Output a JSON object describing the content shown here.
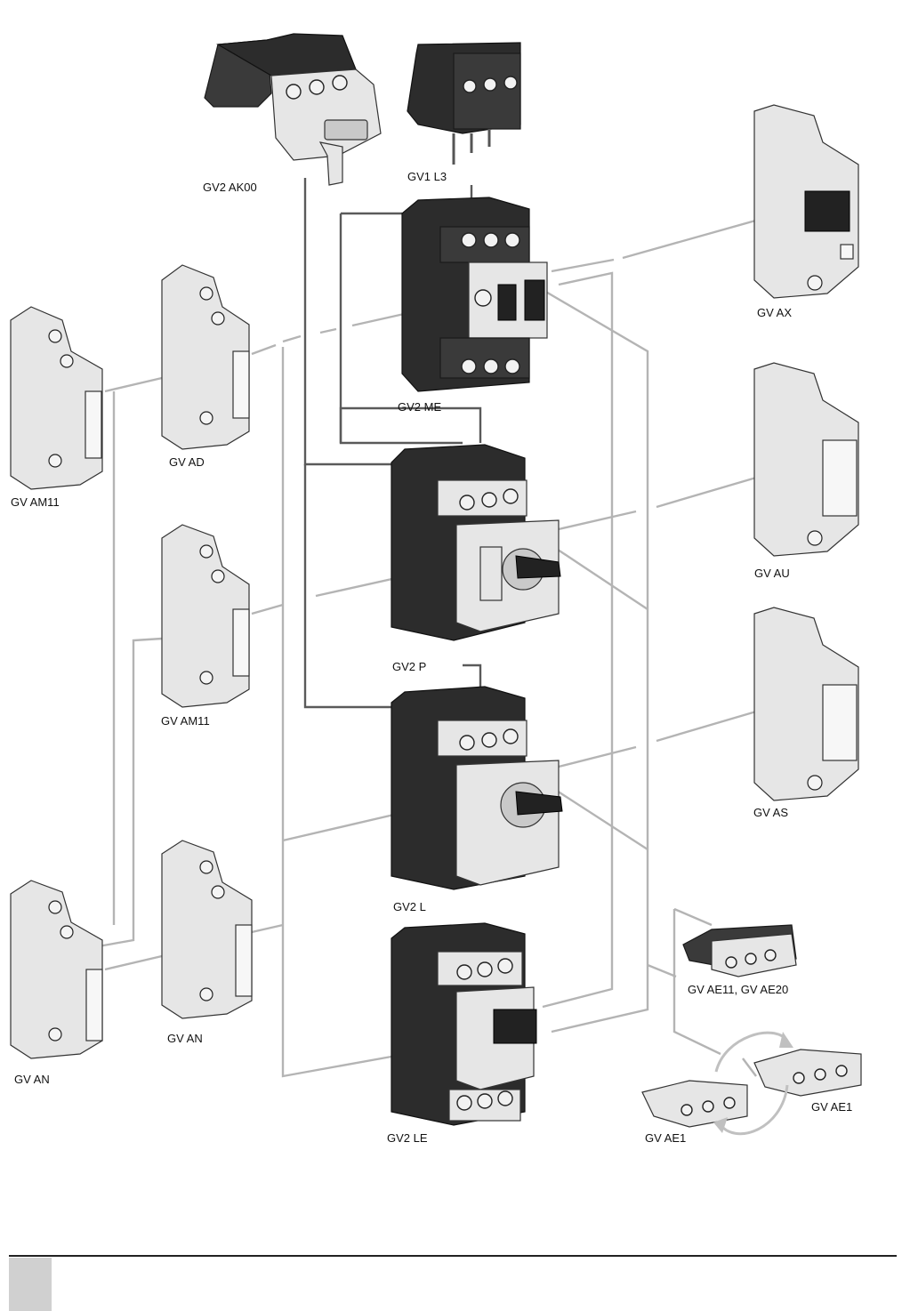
{
  "labels": {
    "gv2_ak00": "GV2 AK00",
    "gv1_l3": "GV1 L3",
    "gv_ax": "GV AX",
    "gv2_me": "GV2 ME",
    "gv_ad": "GV AD",
    "gv_am11_left": "GV AM11",
    "gv_au": "GV AU",
    "gv2_p": "GV2 P",
    "gv_am11_mid": "GV AM11",
    "gv_as": "GV AS",
    "gv2_l": "GV2 L",
    "gv_ae11_ae20": "GV AE11, GV AE20",
    "gv_an_right": "GV AN",
    "gv_an_left": "GV AN",
    "gv2_le": "GV2 LE",
    "gv_ae1_right": "GV AE1",
    "gv_ae1_left": "GV AE1"
  },
  "colors": {
    "dark_wire": "#5a5a5a",
    "light_wire": "#b4b4b4",
    "device_dark": "#3a3a3a",
    "device_light": "#e6e6e6"
  }
}
